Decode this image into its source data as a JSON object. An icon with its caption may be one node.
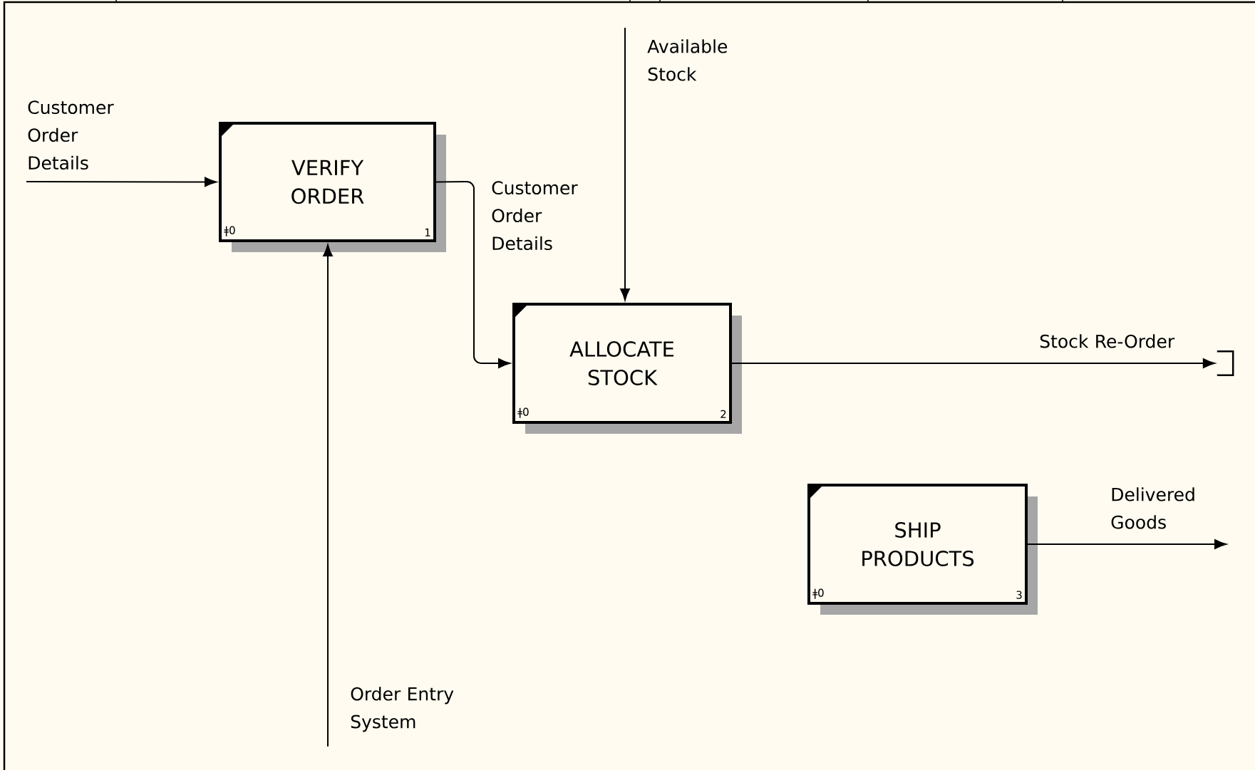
{
  "diagram": {
    "nodes": [
      {
        "text": [
          "VERIFY ORDER",
          "ǂ0",
          "1"
        ]
      },
      {
        "text": [
          "ALLOCATE STOCK",
          "ǂ0",
          "2"
        ]
      },
      {
        "text": [
          "SHIP PRODUCTS",
          "ǂ0",
          "3"
        ]
      },
      {
        "text": [],
        "shape": "bracket"
      }
    ],
    "edges": [
      {
        "from": null,
        "to": 0,
        "arrow": "to",
        "label": "Customer Order Details"
      },
      {
        "from": null,
        "to": 0,
        "arrow": "to",
        "label": "Order Entry System"
      },
      {
        "from": 0,
        "to": 1,
        "arrow": "to",
        "label": "Customer Order Details"
      },
      {
        "from": null,
        "to": 1,
        "arrow": "to",
        "label": "Available Stock"
      },
      {
        "from": 1,
        "to": 3,
        "arrow": "to",
        "label": "Stock Re-Order"
      },
      {
        "from": 2,
        "to": null,
        "arrow": "to",
        "label": "Delivered Goods"
      }
    ]
  }
}
